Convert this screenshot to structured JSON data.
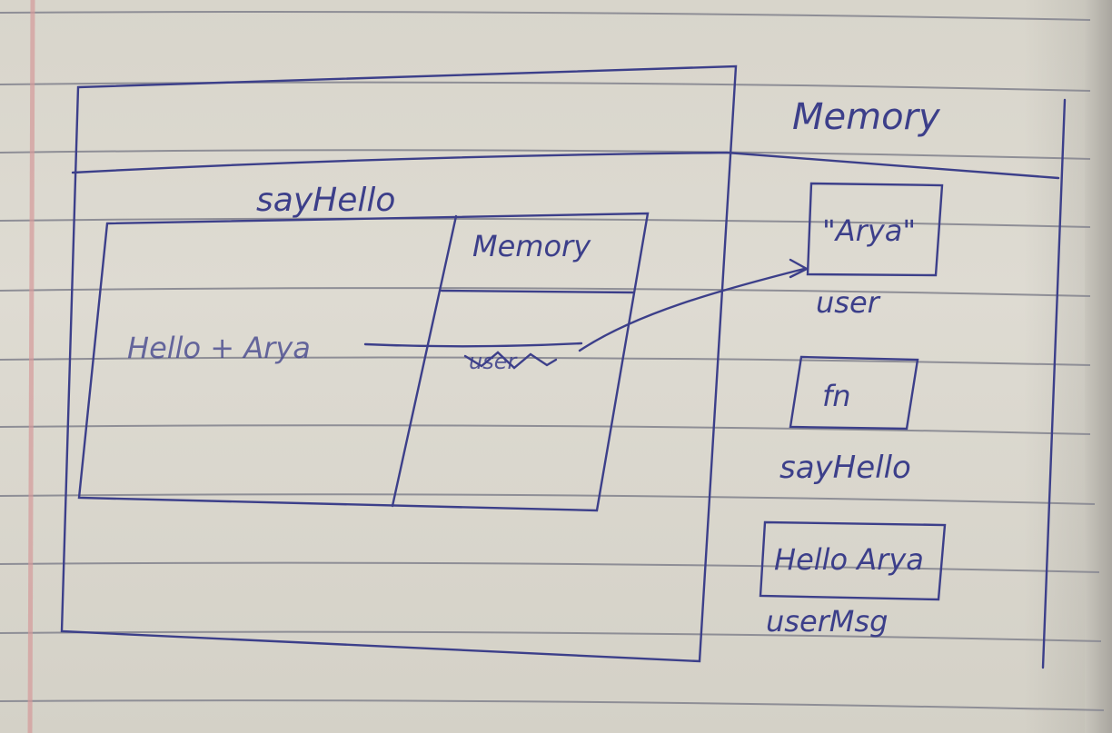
{
  "colors": {
    "ink": "#3c3f8a",
    "paper": "#dad7ce",
    "rule_line": "#8e8e96",
    "margin_line": "#d49a9a"
  },
  "diagram": {
    "global_memory_title": "Memory",
    "function_box_title": "sayHello",
    "function_memory_title": "Memory",
    "function_output_text": "Hello + Arya",
    "function_memory_var": "user",
    "global_items": [
      {
        "value": "\"Arya\"",
        "label": "user"
      },
      {
        "value": "fn",
        "label": "sayHello"
      },
      {
        "value": "Hello Arya",
        "label": "userMsg"
      }
    ]
  }
}
